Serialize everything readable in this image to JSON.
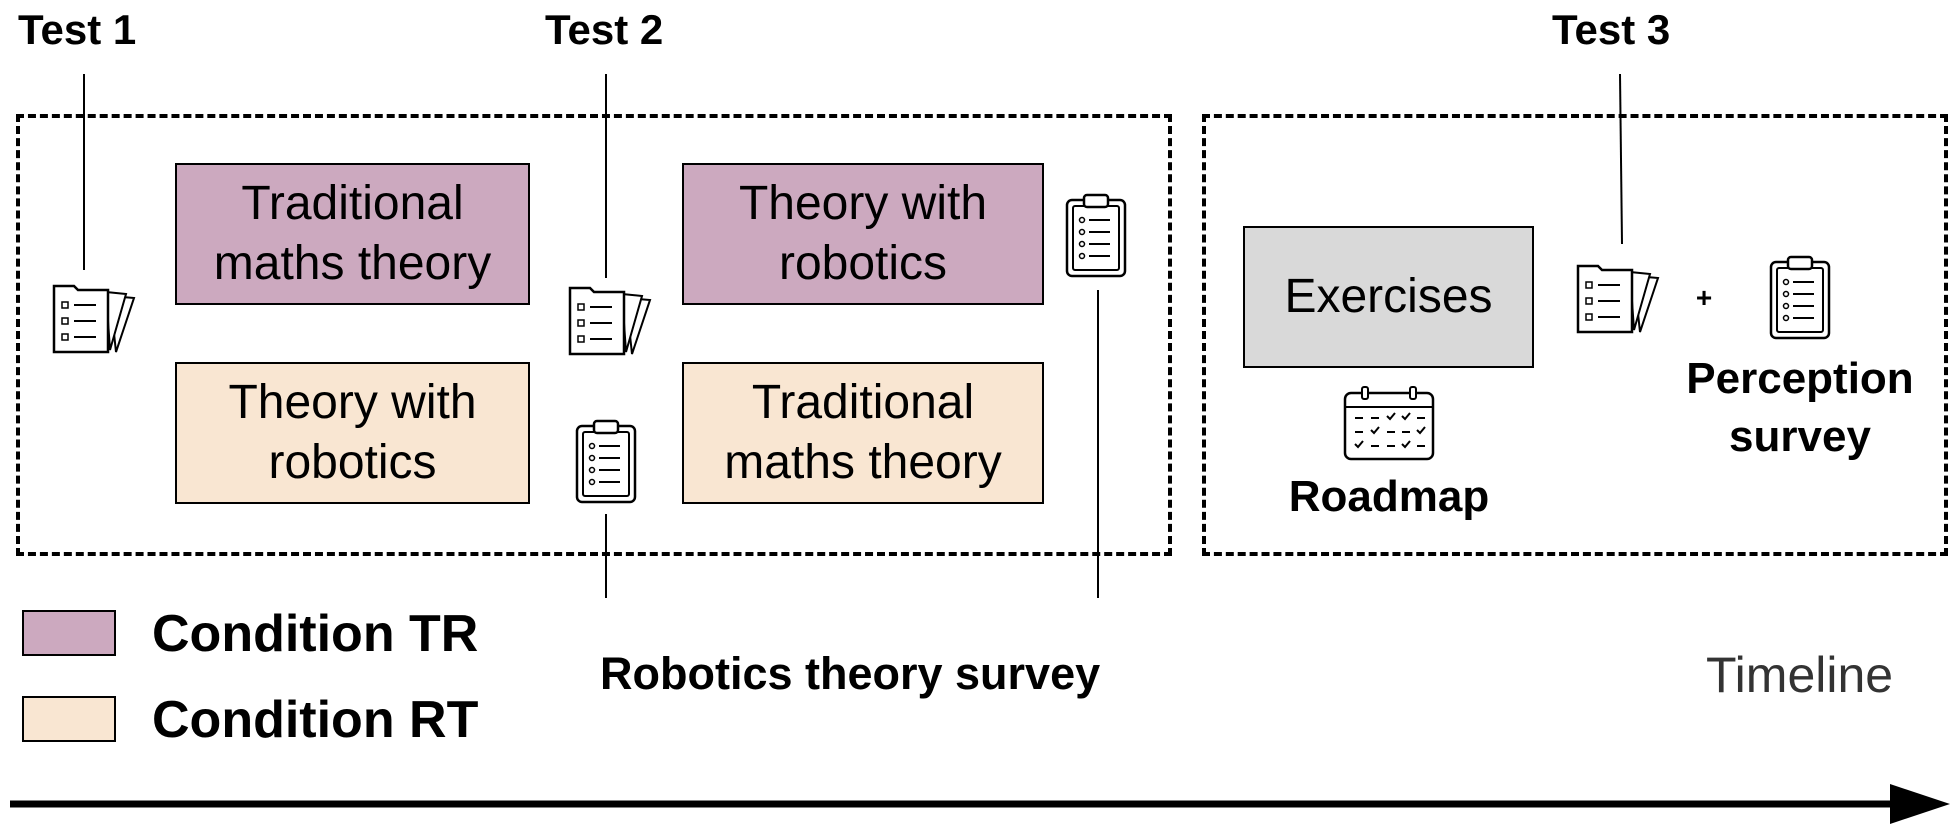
{
  "tests": {
    "t1": "Test 1",
    "t2": "Test 2",
    "t3": "Test 3"
  },
  "phase1": {
    "tr_box": "Traditional\nmaths theory",
    "tr_box2": "Theory with\nrobotics",
    "rt_box": "Theory with\nrobotics",
    "rt_box2": "Traditional\nmaths theory"
  },
  "phase2": {
    "exercises": "Exercises",
    "roadmap": "Roadmap",
    "plus": "+",
    "perception": "Perception\nsurvey"
  },
  "robotics_survey": "Robotics theory survey",
  "timeline": "Timeline",
  "legend": [
    {
      "label": "Condition TR",
      "color": "#cca9bf"
    },
    {
      "label": "Condition RT",
      "color": "#f9e6d2"
    }
  ],
  "icons": [
    "test-papers-icon",
    "clipboard-survey-icon",
    "calendar-icon"
  ]
}
